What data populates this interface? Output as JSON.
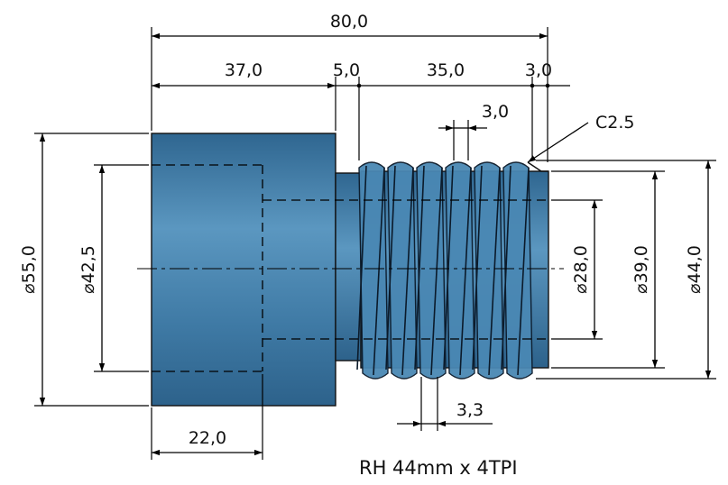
{
  "dimensions": {
    "overall_length": "80,0",
    "big_section_length": "37,0",
    "neck_length": "5,0",
    "thread_length": "35,0",
    "end_length": "3,0",
    "thread_pitch": "3,0",
    "chamfer": "C2.5",
    "dia_outer_big": "⌀55,0",
    "dia_bore": "⌀42,5",
    "dia_inner_bore": "⌀28,0",
    "dia_thread_root": "⌀39,0",
    "dia_thread_major": "⌀44,0",
    "thread_width": "3,3",
    "bore_depth": "22,0"
  },
  "thread_note": "RH 44mm x 4TPI",
  "colors": {
    "body_fill": "#4683ae",
    "body_fill_light": "#5b97c0",
    "body_fill_dark": "#2f6690"
  }
}
